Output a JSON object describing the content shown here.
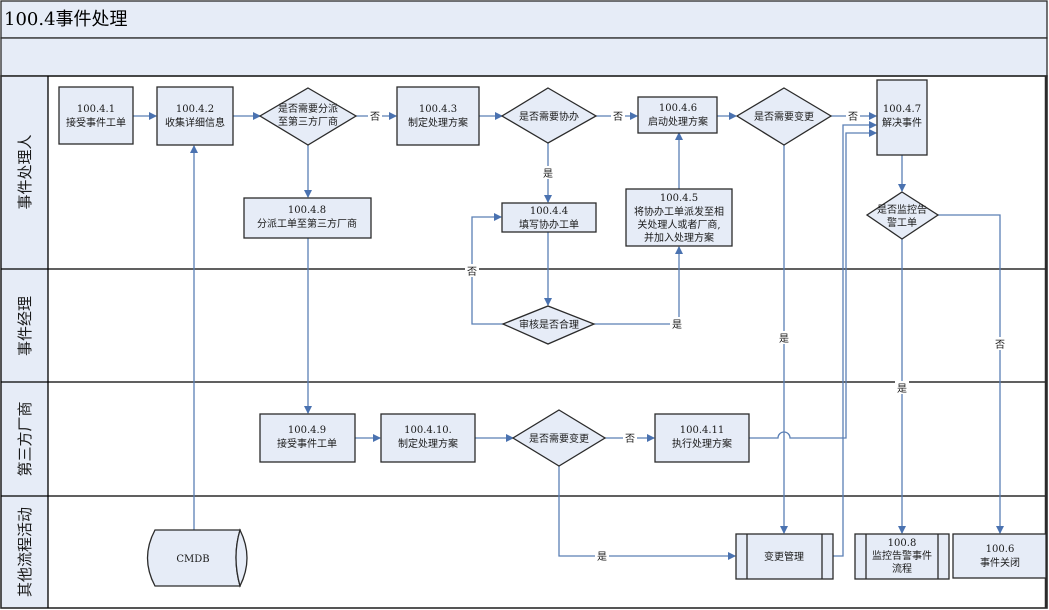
{
  "title": "100.4事件处理",
  "lanes": [
    {
      "id": "handler",
      "label": "事件处理人"
    },
    {
      "id": "manager",
      "label": "事件经理"
    },
    {
      "id": "vendor",
      "label": "第三方厂商"
    },
    {
      "id": "other",
      "label": "其他流程活动"
    }
  ],
  "nodes": {
    "n1": {
      "type": "process",
      "lines": [
        "100.4.1",
        "接受事件工单"
      ]
    },
    "n2": {
      "type": "process",
      "lines": [
        "100.4.2",
        "收集详细信息"
      ]
    },
    "d1": {
      "type": "decision",
      "lines": [
        "是否需要分派",
        "至第三方厂商"
      ]
    },
    "n3": {
      "type": "process",
      "lines": [
        "100.4.3",
        "制定处理方案"
      ]
    },
    "d2": {
      "type": "decision",
      "lines": [
        "是否需要协办"
      ]
    },
    "n6": {
      "type": "process",
      "lines": [
        "100.4.6",
        "启动处理方案"
      ]
    },
    "d3": {
      "type": "decision",
      "lines": [
        "是否需要变更"
      ]
    },
    "n7": {
      "type": "process",
      "lines": [
        "100.4.7",
        "解决事件"
      ]
    },
    "n8": {
      "type": "process",
      "lines": [
        "100.4.8",
        "分派工单至第三方厂商"
      ]
    },
    "n4": {
      "type": "process",
      "lines": [
        "100.4.4",
        "填写协办工单"
      ]
    },
    "n5": {
      "type": "process",
      "lines": [
        "100.4.5",
        "将协办工单派发至相",
        "关处理人或者厂商,",
        "并加入处理方案"
      ]
    },
    "d4": {
      "type": "decision",
      "lines": [
        "是否监控告",
        "警工单"
      ]
    },
    "d5": {
      "type": "decision",
      "lines": [
        "审核是否合理"
      ]
    },
    "n9": {
      "type": "process",
      "lines": [
        "100.4.9",
        "接受事件工单"
      ]
    },
    "n10": {
      "type": "process",
      "lines": [
        "100.4.10.",
        "制定处理方案"
      ]
    },
    "d6": {
      "type": "decision",
      "lines": [
        "是否需要变更"
      ]
    },
    "n11": {
      "type": "process",
      "lines": [
        "100.4.11",
        "执行处理方案"
      ]
    },
    "cmdb": {
      "type": "database",
      "lines": [
        "CMDB"
      ]
    },
    "change": {
      "type": "subprocess",
      "lines": [
        "变更管理"
      ]
    },
    "mon": {
      "type": "subprocess",
      "lines": [
        "100.8",
        "监控告警事件",
        "流程"
      ]
    },
    "close": {
      "type": "process",
      "lines": [
        "100.6",
        "事件关闭"
      ]
    }
  },
  "edge_labels": {
    "yes": "是",
    "no": "否"
  },
  "edges": [
    {
      "from": "n1",
      "to": "n2",
      "label": ""
    },
    {
      "from": "n2",
      "to": "d1",
      "label": ""
    },
    {
      "from": "d1",
      "to": "n3",
      "label": "否"
    },
    {
      "from": "d1",
      "to": "n8",
      "label": ""
    },
    {
      "from": "n3",
      "to": "d2",
      "label": ""
    },
    {
      "from": "d2",
      "to": "n6",
      "label": "否"
    },
    {
      "from": "d2",
      "to": "n4",
      "label": "是"
    },
    {
      "from": "n4",
      "to": "d5",
      "label": ""
    },
    {
      "from": "d5",
      "to": "n4",
      "label": "否"
    },
    {
      "from": "d5",
      "to": "n5",
      "label": "是"
    },
    {
      "from": "n5",
      "to": "n6",
      "label": ""
    },
    {
      "from": "n6",
      "to": "d3",
      "label": ""
    },
    {
      "from": "d3",
      "to": "n7",
      "label": "否"
    },
    {
      "from": "d3",
      "to": "change",
      "label": "是"
    },
    {
      "from": "n7",
      "to": "d4",
      "label": ""
    },
    {
      "from": "d4",
      "to": "mon",
      "label": "是"
    },
    {
      "from": "d4",
      "to": "close",
      "label": "否"
    },
    {
      "from": "n8",
      "to": "n9",
      "label": ""
    },
    {
      "from": "n9",
      "to": "n10",
      "label": ""
    },
    {
      "from": "n10",
      "to": "d6",
      "label": ""
    },
    {
      "from": "d6",
      "to": "n11",
      "label": "否"
    },
    {
      "from": "d6",
      "to": "change",
      "label": "是"
    },
    {
      "from": "n11",
      "to": "n7",
      "label": ""
    },
    {
      "from": "change",
      "to": "n7",
      "label": ""
    },
    {
      "from": "cmdb",
      "to": "n2",
      "label": ""
    }
  ]
}
